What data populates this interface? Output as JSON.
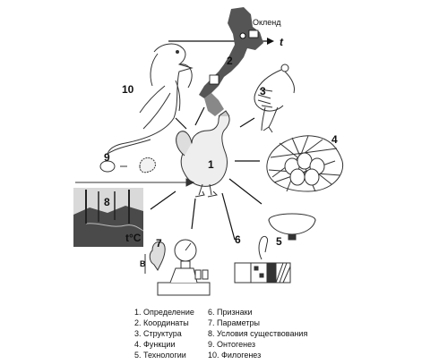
{
  "diagram": {
    "numbers": {
      "n1": "1",
      "n2": "2",
      "n3": "3",
      "n4": "4",
      "n5": "5",
      "n6": "6",
      "n7": "7",
      "n8": "8",
      "n9": "9",
      "n10": "10"
    },
    "map_label": "Окленд",
    "time_axis_label": "t",
    "temperature_label": "t°C",
    "scale_letter": "B"
  },
  "legend": {
    "left": [
      "1. Определение",
      "2. Координаты",
      "3. Структура",
      "4. Функции",
      "5. Технологии"
    ],
    "right": [
      "6. Признаки",
      "7. Параметры",
      "8. Условия существования",
      "9.  Онтогенез",
      "10. Филогенез"
    ]
  }
}
